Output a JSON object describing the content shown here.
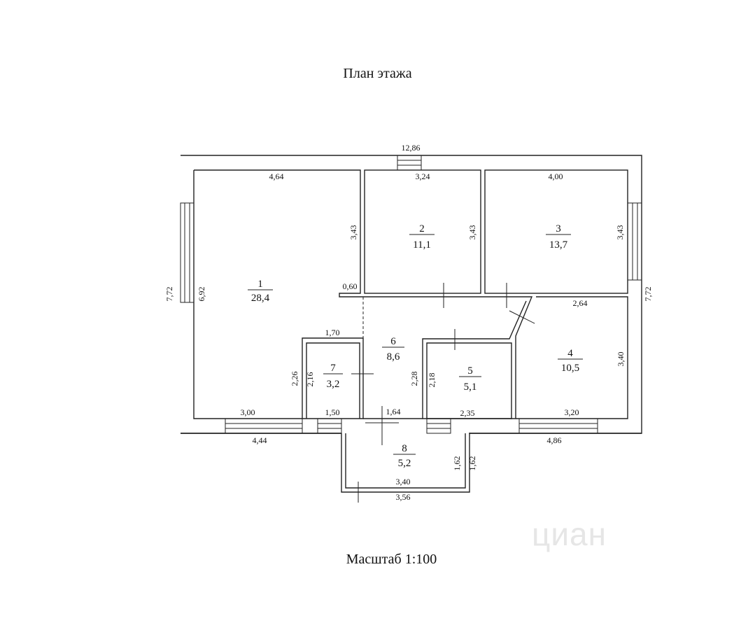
{
  "title": "План этажа",
  "scale": "Масштаб 1:100",
  "watermark": "циан",
  "rooms": [
    {
      "number": "1",
      "area": "28,4"
    },
    {
      "number": "2",
      "area": "11,1"
    },
    {
      "number": "3",
      "area": "13,7"
    },
    {
      "number": "4",
      "area": "10,5"
    },
    {
      "number": "5",
      "area": "5,1"
    },
    {
      "number": "6",
      "area": "8,6"
    },
    {
      "number": "7",
      "area": "3,2"
    },
    {
      "number": "8",
      "area": "5,2"
    }
  ],
  "dimensions": {
    "outer_width": "12,86",
    "outer_height_left": "7,72",
    "outer_height_right": "7,72",
    "room1_top": "4,64",
    "room1_height": "6,92",
    "room1_inner": "3,43",
    "room1_bottom": "3,00",
    "room2_top": "3,24",
    "room2_side": "3,43",
    "room3_top": "4,00",
    "room3_side": "3,43",
    "room4_top": "2,64",
    "room4_side": "3,40",
    "room4_bottom": "3,20",
    "room5_left": "2,18",
    "room5_bottom": "2,35",
    "room6_left": "2,28",
    "room6_bottom": "1,64",
    "room6_stub": "0,60",
    "room7_top": "1,70",
    "room7_outer": "2,26",
    "room7_inner": "2,16",
    "room7_bottom": "1,50",
    "bottom_left": "4,44",
    "bottom_right": "4,86",
    "porch_inner_width": "3,40",
    "porch_outer_width": "3,56",
    "porch_side_inner": "1,62",
    "porch_side_outer": "1,62"
  }
}
